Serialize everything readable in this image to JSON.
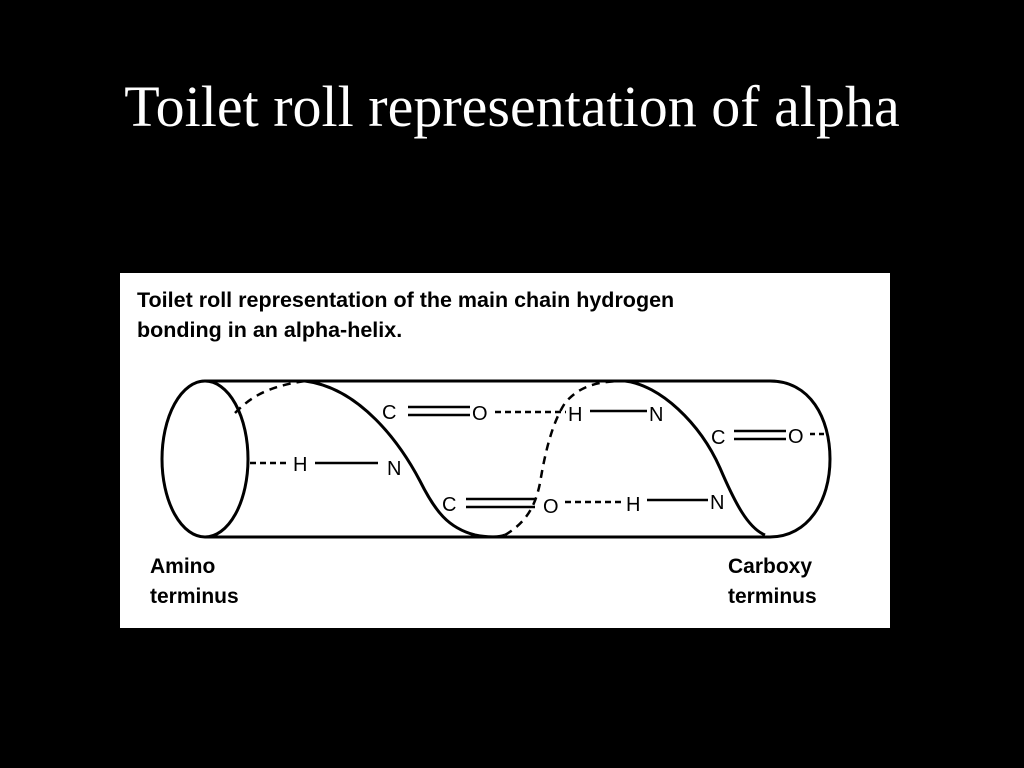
{
  "slide": {
    "title": "Toilet roll representation of alpha"
  },
  "figure": {
    "caption_line1": "Toilet roll representation of the main chain hydrogen",
    "caption_line2": "bonding in an alpha-helix.",
    "left_end_label_line1": "Amino",
    "left_end_label_line2": "terminus",
    "right_end_label_line1": "Carboxy",
    "right_end_label_line2": "terminus",
    "atoms": {
      "c": "C",
      "o": "O",
      "h": "H",
      "n": "N"
    }
  },
  "colors": {
    "background": "#000000",
    "title_text": "#ffffff",
    "panel": "#ffffff",
    "ink": "#000000"
  }
}
